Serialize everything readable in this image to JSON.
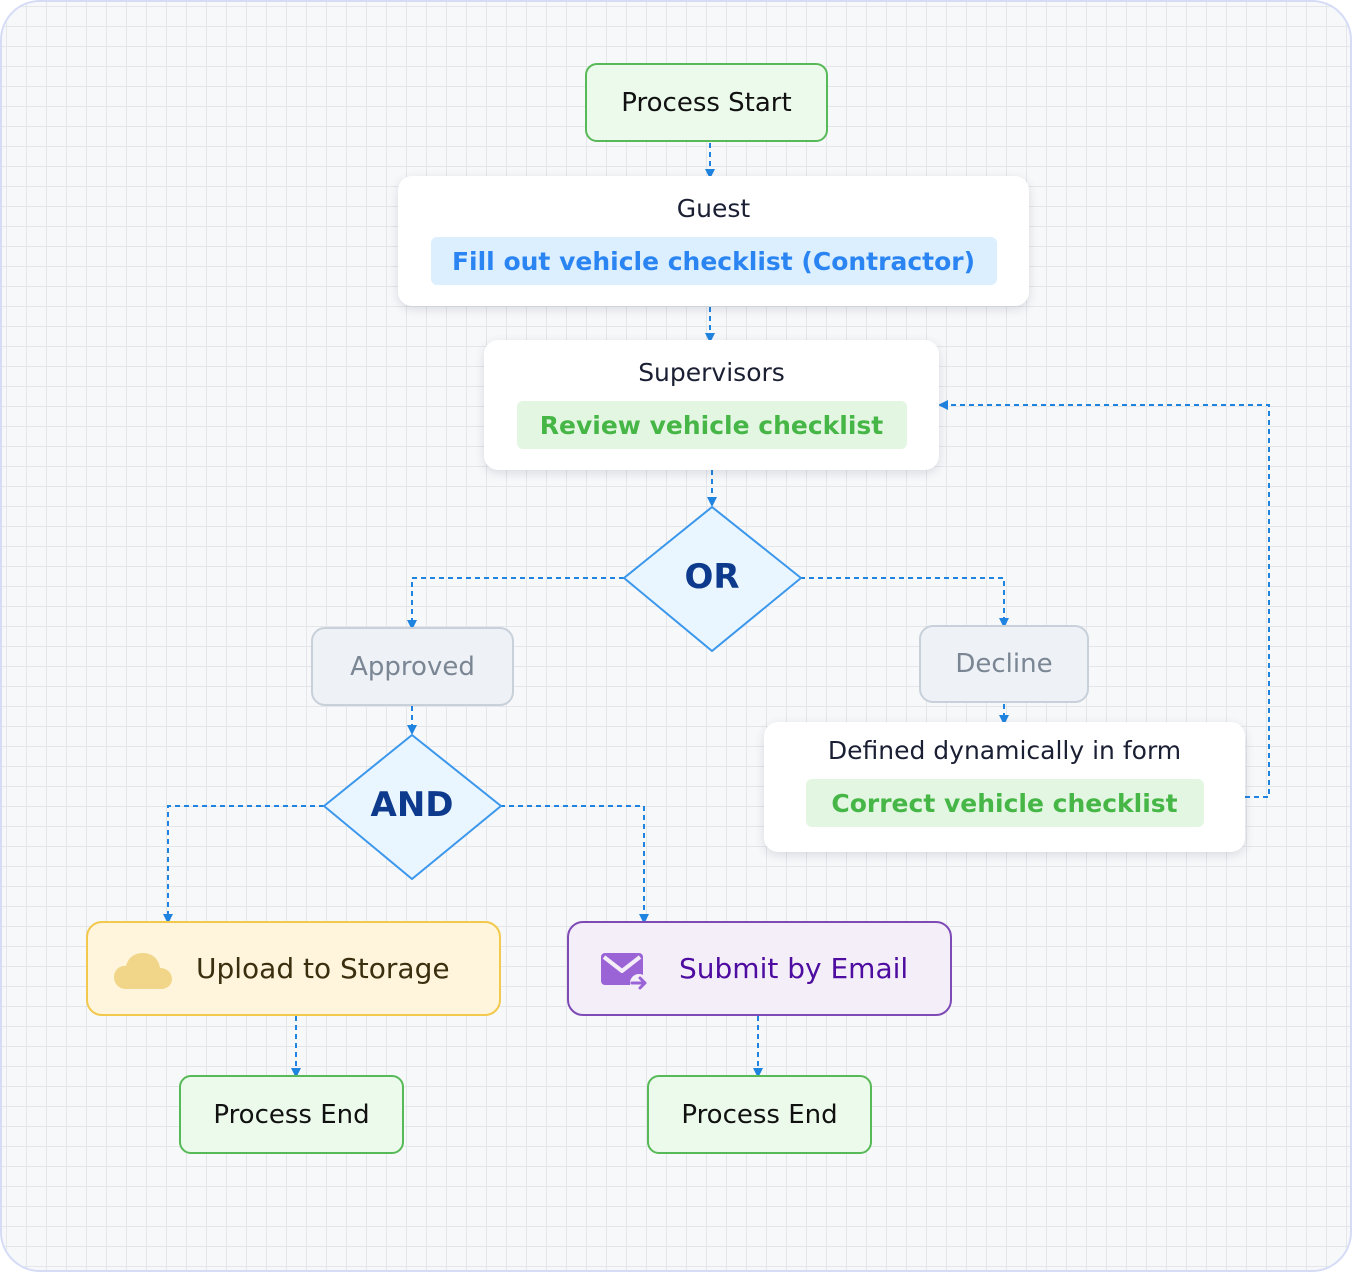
{
  "colors": {
    "connector": "#1f83e0",
    "gateway_fill": "#eaf6ff",
    "gateway_stroke": "#3a97ec",
    "terminal_fill": "#ebfaea",
    "terminal_border": "#57b957"
  },
  "process_start": {
    "label": "Process Start"
  },
  "guest_step": {
    "role": "Guest",
    "task": "Fill out vehicle checklist (Contractor)"
  },
  "supervisor_step": {
    "role": "Supervisors",
    "task": "Review vehicle checklist"
  },
  "or_gateway": {
    "label": "OR"
  },
  "approved_branch": {
    "label": "Approved"
  },
  "decline_branch": {
    "label": "Decline"
  },
  "correction_step": {
    "role": "Defined dynamically in form",
    "task": "Correct vehicle checklist"
  },
  "and_gateway": {
    "label": "AND"
  },
  "upload_action": {
    "label": "Upload to Storage",
    "icon": "cloud-icon"
  },
  "email_action": {
    "label": "Submit by Email",
    "icon": "mail-forward-icon"
  },
  "process_end_left": {
    "label": "Process End"
  },
  "process_end_right": {
    "label": "Process End"
  }
}
